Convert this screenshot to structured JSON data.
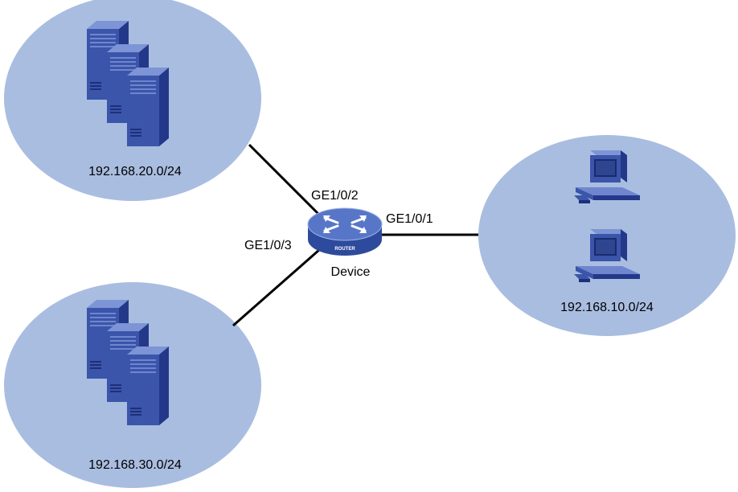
{
  "colors": {
    "cloud": "#a9bde0",
    "device_dark": "#1e2f7a",
    "device_mid": "#3a52a8",
    "device_light": "#6f86cf",
    "link": "#000000",
    "router_top": "#5876c8",
    "router_side": "#2e4a9c"
  },
  "networks": {
    "top_left": {
      "subnet": "192.168.20.0/24",
      "icon": "server-stack-icon"
    },
    "bottom_left": {
      "subnet": "192.168.30.0/24",
      "icon": "server-stack-icon"
    },
    "right": {
      "subnet": "192.168.10.0/24",
      "icon": "pc-icon"
    }
  },
  "device": {
    "name": "Device",
    "badge": "ROUTER",
    "icon": "router-icon"
  },
  "interfaces": {
    "ge1": "GE1/0/1",
    "ge2": "GE1/0/2",
    "ge3": "GE1/0/3"
  }
}
